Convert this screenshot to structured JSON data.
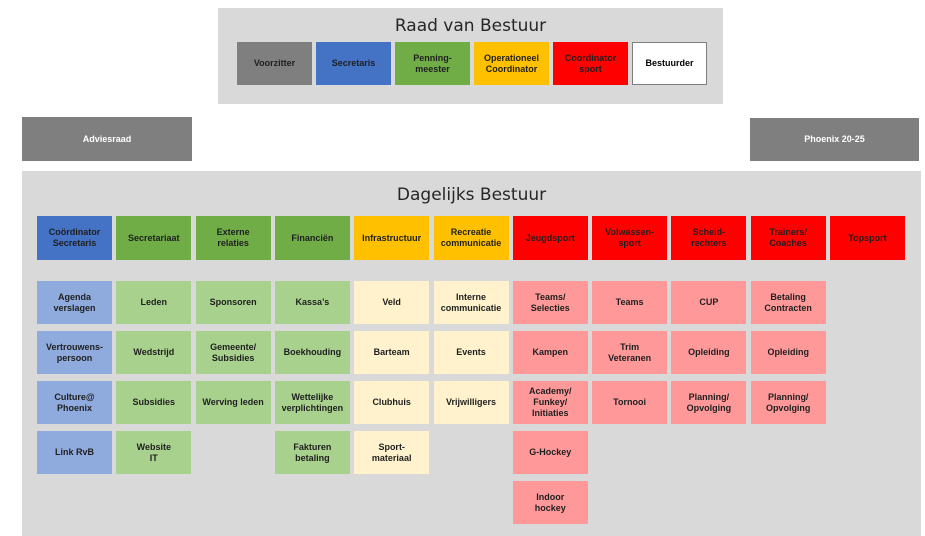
{
  "raad": {
    "title": "Raad van Bestuur",
    "roles": [
      {
        "label": "Voorzitter",
        "color": "gray"
      },
      {
        "label": "Secretaris",
        "color": "blue"
      },
      {
        "label": "Penning-\nmeester",
        "color": "green"
      },
      {
        "label": "Operationeel\nCoordinator",
        "color": "orange"
      },
      {
        "label": "Coordinator\nsport",
        "color": "red"
      },
      {
        "label": "Bestuurder",
        "color": "white"
      }
    ]
  },
  "adviesraad": {
    "label": "Adviesraad"
  },
  "phoenix": {
    "label": "Phoenix 20-25"
  },
  "dagelijks": {
    "title": "Dagelijks Bestuur",
    "columns": [
      {
        "header": "Coördinator\nSecretaris",
        "color": "blue",
        "items": [
          "Agenda\nverslagen",
          "Vertrouwens-\npersoon",
          "Culture@\nPhoenix",
          "Link RvB"
        ]
      },
      {
        "header": "Secretariaat",
        "color": "green",
        "items": [
          "Leden",
          "Wedstrijd",
          "Subsidies",
          "Website\nIT"
        ]
      },
      {
        "header": "Externe\nrelaties",
        "color": "green",
        "items": [
          "Sponsoren",
          "Gemeente/\nSubsidies",
          "Werving leden"
        ]
      },
      {
        "header": "Financiën",
        "color": "green",
        "items": [
          "Kassa’s",
          "Boekhouding",
          "Wettelijke\nverplichtingen",
          "Fakturen\nbetaling"
        ]
      },
      {
        "header": "Infrastructuur",
        "color": "orange",
        "items": [
          "Veld",
          "Barteam",
          "Clubhuis",
          "Sport-\nmateriaal"
        ]
      },
      {
        "header": "Recreatie\ncommunicatie",
        "color": "orange",
        "items": [
          "Interne\ncommunicatie",
          "Events",
          "Vrijwilligers"
        ]
      },
      {
        "header": "Jeugdsport",
        "color": "red",
        "items": [
          "Teams/\nSelecties",
          "Kampen",
          "Academy/\nFunkey/\nInitiaties",
          "G-Hockey",
          "Indoor\nhockey"
        ]
      },
      {
        "header": "Volwassen-\nsport",
        "color": "red",
        "items": [
          "Teams",
          "Trim\nVeteranen",
          "Tornooi"
        ]
      },
      {
        "header": "Scheid-\nrechters",
        "color": "red",
        "items": [
          "CUP",
          "Opleiding",
          "Planning/\nOpvolging"
        ]
      },
      {
        "header": "Trainers/\nCoaches",
        "color": "red",
        "items": [
          "Betaling\nContracten",
          "Opleiding",
          "Planning/\nOpvolging"
        ]
      },
      {
        "header": "Topsport",
        "color": "red",
        "items": []
      }
    ]
  }
}
